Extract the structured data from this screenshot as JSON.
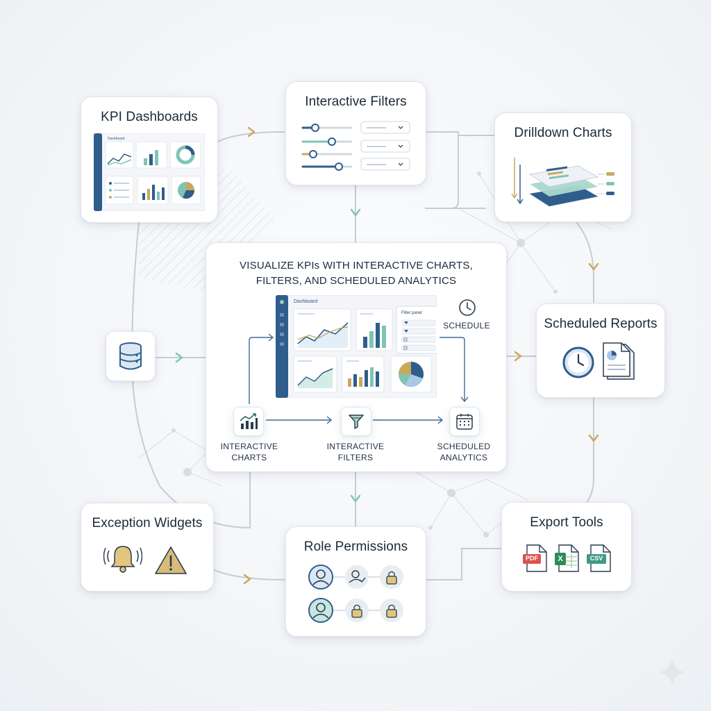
{
  "main": {
    "title_line1": "VISUALIZE KPIs WITH INTERACTIVE CHARTS,",
    "title_line2": "FILTERS, AND SCHEDULED ANALYTICS",
    "dashboard_label": "Dashboard",
    "filter_panel_label": "Filter panel",
    "schedule_label": "SCHEDULE",
    "steps": [
      {
        "line1": "INTERACTIVE",
        "line2": "CHARTS",
        "icon": "bar-chart-icon"
      },
      {
        "line1": "INTERACTIVE",
        "line2": "FILTERS",
        "icon": "funnel-icon"
      },
      {
        "line1": "SCHEDULED",
        "line2": "ANALYTICS",
        "icon": "calendar-icon"
      }
    ]
  },
  "cards": {
    "kpi_dashboards": {
      "title": "KPI Dashboards",
      "thumb_label": "Dashboard"
    },
    "interactive_filters": {
      "title": "Interactive Filters"
    },
    "drilldown_charts": {
      "title": "Drilldown Charts"
    },
    "scheduled_reports": {
      "title": "Scheduled Reports"
    },
    "exception_widgets": {
      "title": "Exception Widgets"
    },
    "role_permissions": {
      "title": "Role Permissions"
    },
    "export_tools": {
      "title": "Export Tools",
      "formats": [
        "PDF",
        "X",
        "CSV"
      ]
    }
  },
  "colors": {
    "navy": "#2f5d8c",
    "teal": "#7fc4b4",
    "gold": "#c9a85c",
    "lightblue": "#a8c8e4",
    "line": "#c5ccd6"
  }
}
